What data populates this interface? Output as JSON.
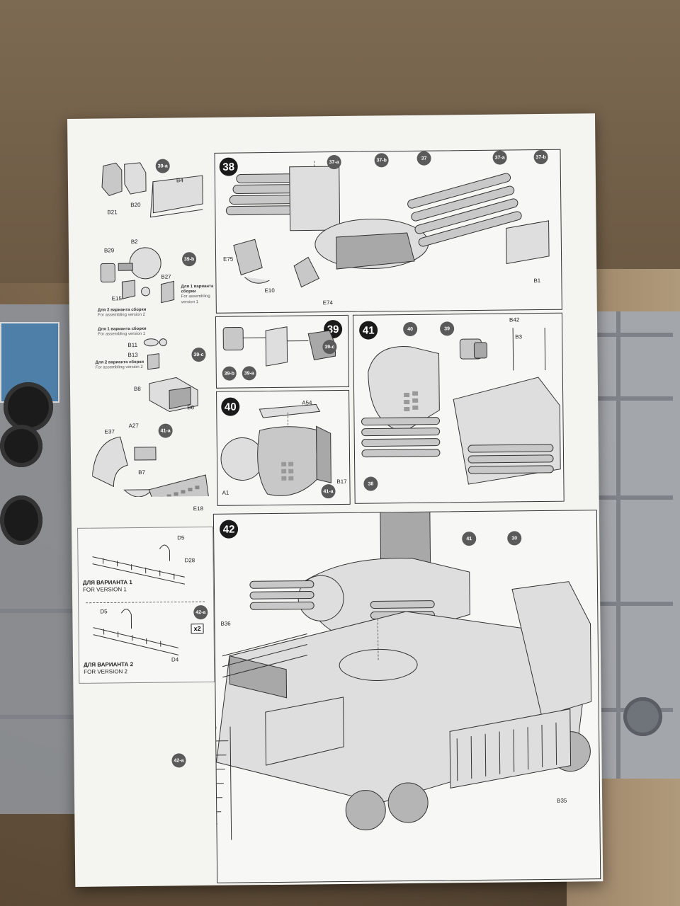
{
  "sheet": {
    "steps": [
      "38",
      "39",
      "40",
      "41",
      "42"
    ],
    "callouts": {
      "c39a": "39-a",
      "c39b": "39-b",
      "c39c": "39-c",
      "c41a": "41-a",
      "c37a1": "37-a",
      "c37b1": "37-b",
      "c37": "37",
      "c37a2": "37-a",
      "c37b2": "37-b",
      "c39_41": "39",
      "c40_41": "40",
      "c38_41": "38",
      "c39c_39": "39-c",
      "c39b_39": "39-b",
      "c39a_39": "39-a",
      "c41a_40": "41-a",
      "c41_42": "41",
      "c30_42": "30",
      "c42a_42": "42-a",
      "c42a_side": "42-a"
    },
    "parts": {
      "B21": "B21",
      "B20": "B20",
      "B4": "B4",
      "B29": "B29",
      "B2": "B2",
      "B27": "B27",
      "E15": "E15",
      "B11": "B11",
      "B13": "B13",
      "B8": "B8",
      "B6": "B6",
      "E37": "E37",
      "A27": "A27",
      "B7": "B7",
      "E18": "E18",
      "E75": "E75",
      "E10": "E10",
      "E74": "E74",
      "B1": "B1",
      "B42": "B42",
      "B3": "B3",
      "A54": "A54",
      "A1": "A1",
      "B17": "B17",
      "D5a": "D5",
      "D28": "D28",
      "D5b": "D5",
      "D4": "D4",
      "B36": "B36",
      "B35": "B35"
    },
    "notes": {
      "v2_ru_a": "Для 2 варианта сборки",
      "v2_en_a": "For assembling version 2",
      "v1_ru_a": "Для 1 варианта сборки",
      "v1_en_a": "For assembling version 1",
      "v1_ru_b": "Для 1 варианта сборки",
      "v1_en_b": "For assembling version 1",
      "v2_ru_b": "Для 2 варианта сборки",
      "v2_en_b": "For assembling version 2"
    },
    "versions": {
      "v1_ru": "ДЛЯ ВАРИАНТА 1",
      "v1_en": "FOR VERSION 1",
      "v2_ru": "ДЛЯ ВАРИАНТА 2",
      "v2_en": "FOR VERSION 2",
      "x2": "x2"
    }
  }
}
